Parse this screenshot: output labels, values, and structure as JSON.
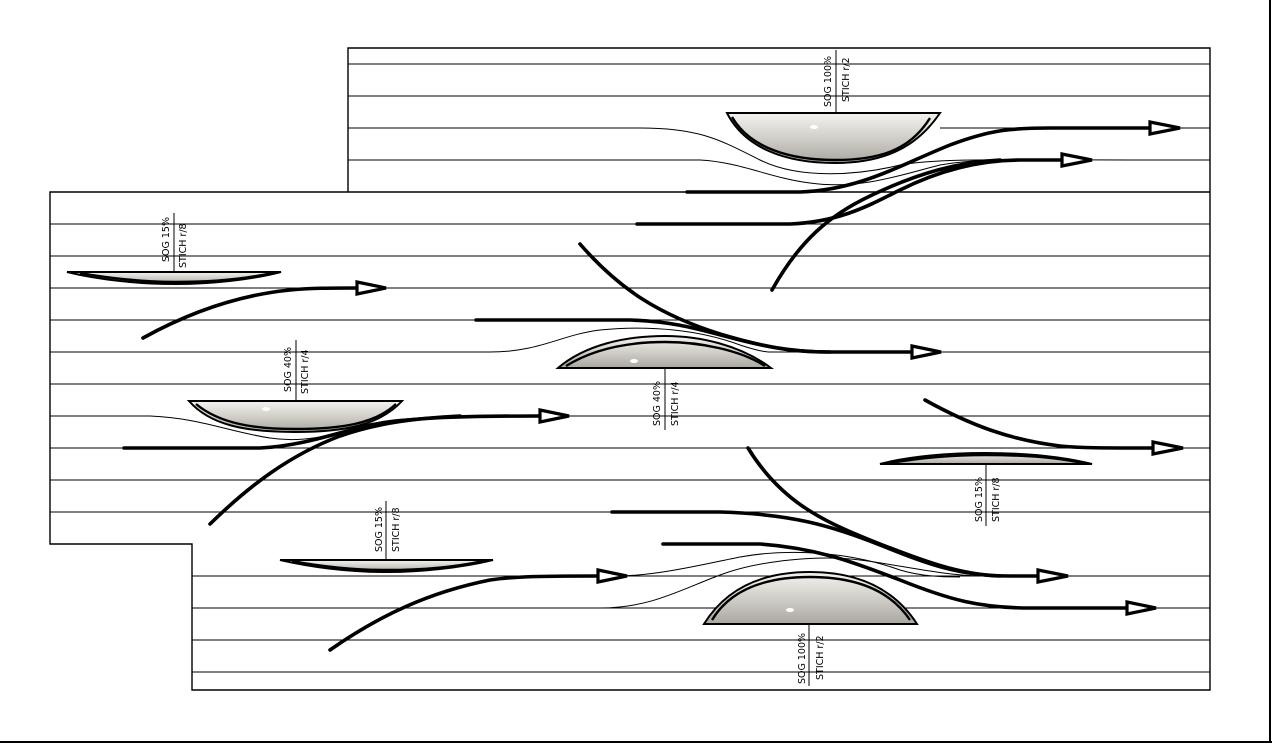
{
  "labels": {
    "sog100": "SOG 100%",
    "sog40": "SOG 40%",
    "sog15": "SOG 15%",
    "stich_r2": "STICH r/2",
    "stich_r4": "STICH r/4",
    "stich_r8": "STICH r/8"
  },
  "colors": {
    "lens_fill": "#c9c7c0",
    "lens_light": "#f2f1ec",
    "line": "#000000"
  }
}
